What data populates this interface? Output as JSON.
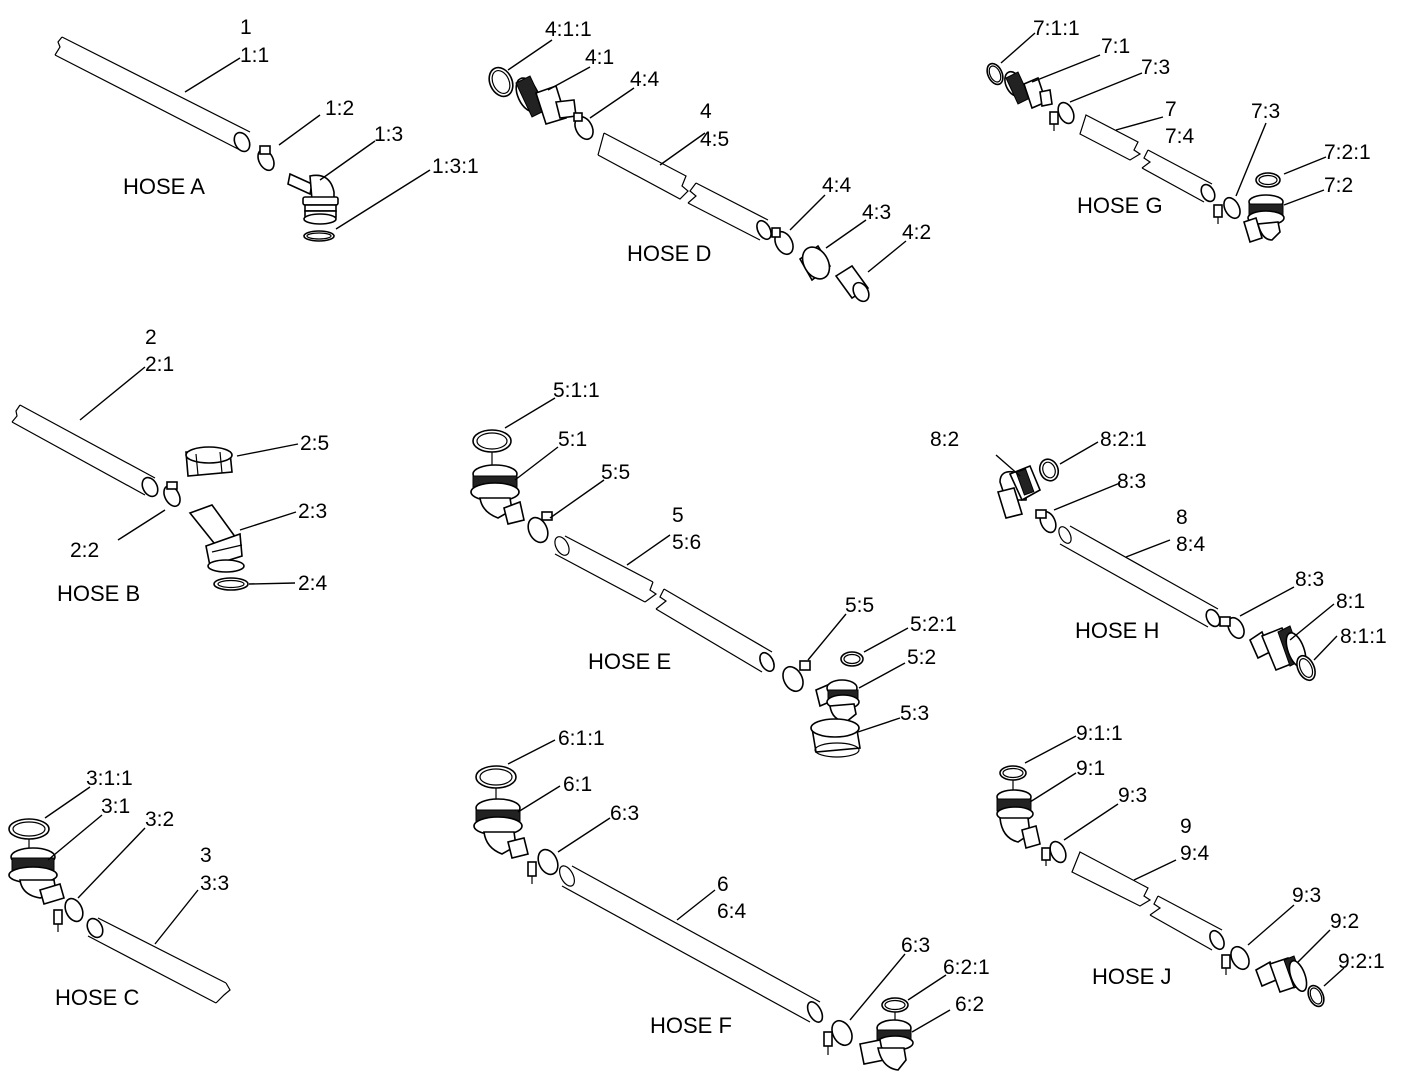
{
  "hoses": [
    {
      "key": "A",
      "title": "HOSE A",
      "labels": [
        "1",
        "1:1",
        "1:2",
        "1:3",
        "1:3:1"
      ]
    },
    {
      "key": "B",
      "title": "HOSE B",
      "labels": [
        "2",
        "2:1",
        "2:5",
        "2:3",
        "2:2",
        "2:4"
      ]
    },
    {
      "key": "C",
      "title": "HOSE C",
      "labels": [
        "3:1:1",
        "3:1",
        "3:2",
        "3",
        "3:3"
      ]
    },
    {
      "key": "D",
      "title": "HOSE D",
      "labels": [
        "4:1:1",
        "4:1",
        "4:4",
        "4",
        "4:5",
        "4:4",
        "4:3",
        "4:2"
      ]
    },
    {
      "key": "E",
      "title": "HOSE E",
      "labels": [
        "5:1:1",
        "5:1",
        "5:5",
        "5",
        "5:6",
        "5:5",
        "5:2:1",
        "5:2",
        "5:3"
      ]
    },
    {
      "key": "F",
      "title": "HOSE F",
      "labels": [
        "6:1:1",
        "6:1",
        "6:3",
        "6",
        "6:4",
        "6:3",
        "6:2:1",
        "6:2"
      ]
    },
    {
      "key": "G",
      "title": "HOSE G",
      "labels": [
        "7:1:1",
        "7:1",
        "7:3",
        "7",
        "7:4",
        "7:3",
        "7:2:1",
        "7:2"
      ]
    },
    {
      "key": "H",
      "title": "HOSE H",
      "labels": [
        "8:2",
        "8:2:1",
        "8:3",
        "8",
        "8:4",
        "8:3",
        "8:1",
        "8:1:1"
      ]
    },
    {
      "key": "J",
      "title": "HOSE J",
      "labels": [
        "9:1:1",
        "9:1",
        "9:3",
        "9",
        "9:4",
        "9:3",
        "9:2",
        "9:2:1"
      ]
    }
  ]
}
